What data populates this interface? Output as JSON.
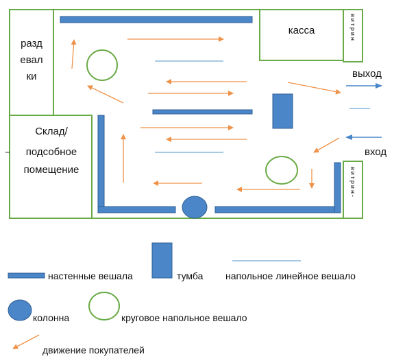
{
  "floor_plan": {
    "rooms": {
      "dressing_lines": [
        "разд",
        "евал",
        "ки"
      ],
      "cashier": "касса",
      "warehouse_lines": [
        "Склад/",
        "подсобное",
        "помещение"
      ],
      "showcase_top": "витрин",
      "showcase_bottom": "витрин-"
    },
    "doors": {
      "exit": "выход",
      "entrance": "вход"
    }
  },
  "legend": {
    "wall_rack": "настенные вешала",
    "cabinet": "тумба",
    "floor_linear_rack": "напольное линейное вешало",
    "column": "колонна",
    "round_rack": "круговое напольное вешало",
    "customer_flow": "движение покупателей"
  },
  "colors": {
    "wall_green": "#6aaa46",
    "fixture_blue": "#4a86c8",
    "fixture_border": "#2f5d93",
    "light_blue": "#8ab8dc",
    "arrow_orange": "#ef9249",
    "text": "#111111"
  }
}
